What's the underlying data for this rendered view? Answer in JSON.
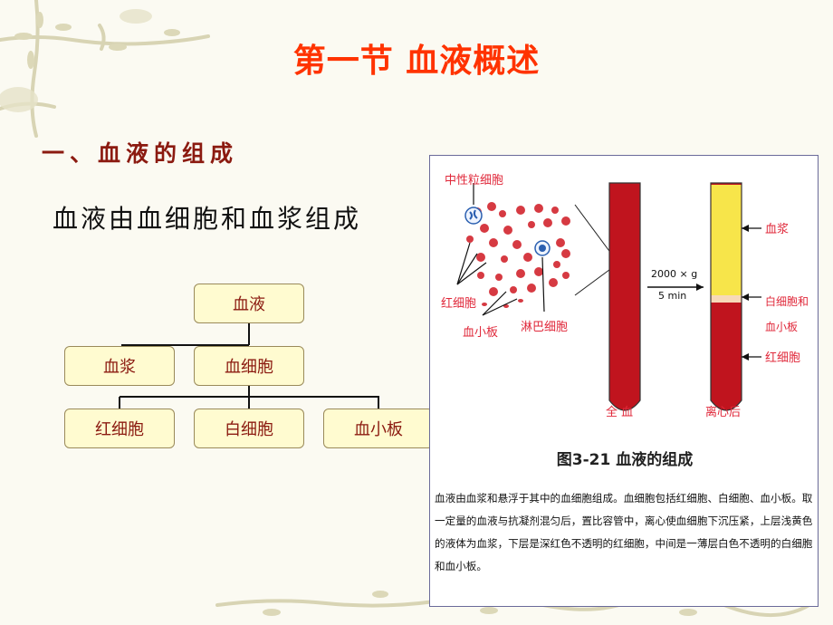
{
  "slide": {
    "title": "第一节  血液概述",
    "section_heading": "一、血液的组成",
    "subtitle": "血液由血细胞和血浆组成"
  },
  "tree": {
    "root": "血液",
    "level1": [
      "血浆",
      "血细胞"
    ],
    "level2": [
      "红细胞",
      "白细胞",
      "血小板"
    ]
  },
  "figure": {
    "labels": {
      "neutrophil": "中性粒细胞",
      "rbc": "红细胞",
      "platelet": "血小板",
      "lymphocyte": "淋巴细胞",
      "centrifuge_speed": "2000 × g",
      "centrifuge_time": "5 min",
      "whole_blood": "全  血",
      "after_centrifuge": "离心后",
      "plasma": "血浆",
      "wbc_platelet": "白细胞和",
      "wbc_platelet_2": "血小板",
      "rbc_layer": "红细胞"
    },
    "caption": "图3-21  血液的组成",
    "description": "血液由血浆和悬浮于其中的血细胞组成。血细胞包括红细胞、白细胞、血小板。取一定量的血液与抗凝剂混匀后，置比容管中，离心使血细胞下沉压紧，上层浅黄色的液体为血浆，下层是深红色不透明的红细胞，中间是一薄层白色不透明的白细胞和血小板。",
    "colors": {
      "blood": "#c0141e",
      "plasma": "#f7e54a",
      "buffy_coat": "#f7d9b8",
      "label_red": "#e0283a"
    }
  },
  "colors": {
    "title": "#ff3300",
    "section": "#8b1a10",
    "box_fill": "#fffbd0"
  }
}
